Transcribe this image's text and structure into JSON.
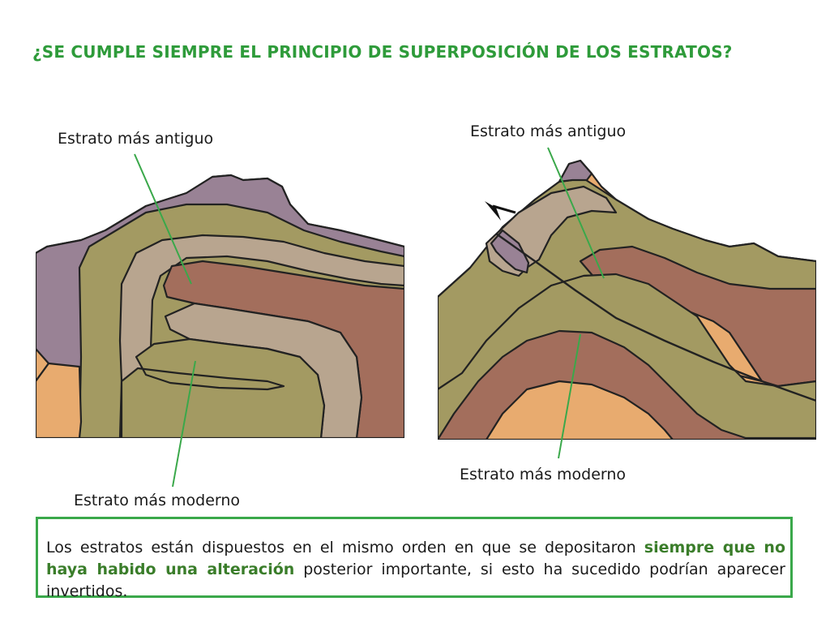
{
  "title": "¿SE CUMPLE SIEMPRE EL PRINCIPIO DE SUPERPOSICIÓN DE LOS ESTRATOS?",
  "left_fold": {
    "top_label": "Estrato más antiguo",
    "bottom_label": "Estrato más moderno"
  },
  "right_fold": {
    "top_label": "Estrato más antiguo",
    "bottom_label": "Estrato más moderno"
  },
  "note": {
    "part1": "Los estratos están dispuestos en el mismo orden en que se depositaron ",
    "bold1": "siempre que no haya habido una alteración",
    "part2": " posterior importante, si esto ha sucedido podrían aparecer invertidos."
  },
  "colors": {
    "title": "#2e9b3a",
    "orange_layer": "#e8ab6f",
    "purple_layer": "#998295",
    "olive_layer": "#a39a62",
    "tan_layer": "#b8a58f",
    "brown_layer": "#a36e5c",
    "pointer_line": "#3aa84a",
    "box_border": "#3aa84a"
  }
}
